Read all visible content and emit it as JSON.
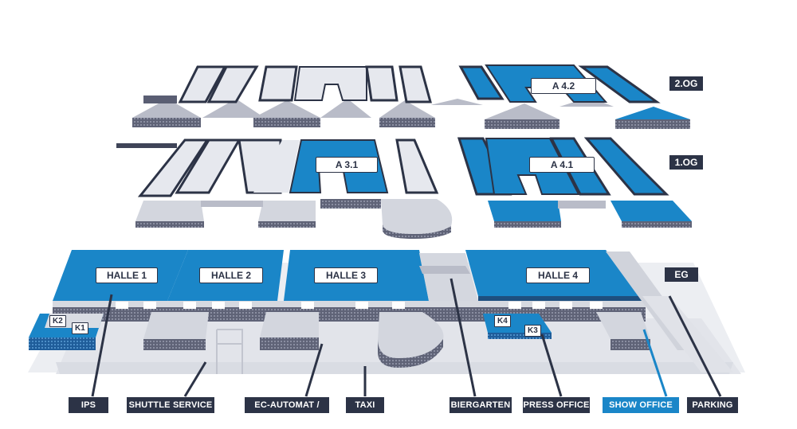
{
  "floors": {
    "og2": "2.OG",
    "og1": "1.OG",
    "eg": "EG"
  },
  "halls": {
    "h1": "HALLE 1",
    "h2": "HALLE 2",
    "h3": "HALLE 3",
    "h4": "HALLE 4",
    "a42": "A 4.2",
    "a31": "A 3.1",
    "a41": "A 4.1",
    "k1": "K1",
    "k2": "K2",
    "k3": "K3",
    "k4": "K4"
  },
  "legend": [
    {
      "label": "IPS",
      "highlight": false
    },
    {
      "label": "SHUTTLE SERVICE",
      "highlight": false
    },
    {
      "label": "EC-AUTOMAT / ATM",
      "highlight": false
    },
    {
      "label": "TAXI",
      "highlight": false
    },
    {
      "label": "BIERGARTEN",
      "highlight": false
    },
    {
      "label": "PRESS OFFICE",
      "highlight": false
    },
    {
      "label": "SHOW OFFICE",
      "highlight": true
    },
    {
      "label": "PARKING",
      "highlight": false
    }
  ],
  "colors": {
    "highlight_blue": "#1a86c8",
    "navy": "#2c3346",
    "gray_light": "#e6e8ee",
    "gray_dark": "#5a5e73"
  }
}
